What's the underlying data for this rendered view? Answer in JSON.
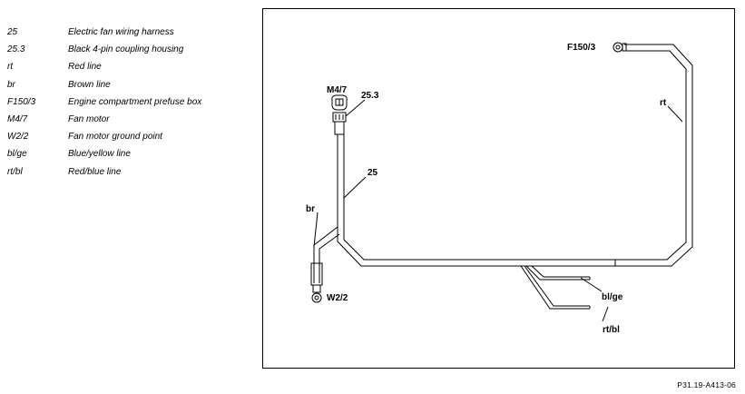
{
  "legend": [
    {
      "code": "25",
      "description": "Electric fan wiring harness"
    },
    {
      "code": "25.3",
      "description": "Black 4-pin coupling housing"
    },
    {
      "code": "rt",
      "description": "Red line"
    },
    {
      "code": "br",
      "description": "Brown line"
    },
    {
      "code": "F150/3",
      "description": "Engine compartment prefuse box"
    },
    {
      "code": "M4/7",
      "description": "Fan motor"
    },
    {
      "code": "W2/2",
      "description": "Fan motor ground point"
    },
    {
      "code": "bl/ge",
      "description": "Blue/yellow line"
    },
    {
      "code": "rt/bl",
      "description": "Red/blue line"
    }
  ],
  "diagram": {
    "labels": {
      "f150_3": "F150/3",
      "m4_7": "M4/7",
      "c25_3": "25.3",
      "c25": "25",
      "rt": "rt",
      "br": "br",
      "w2_2": "W2/2",
      "bl_ge": "bl/ge",
      "rt_bl": "rt/bl"
    }
  },
  "reference": "P31.19-A413-06"
}
